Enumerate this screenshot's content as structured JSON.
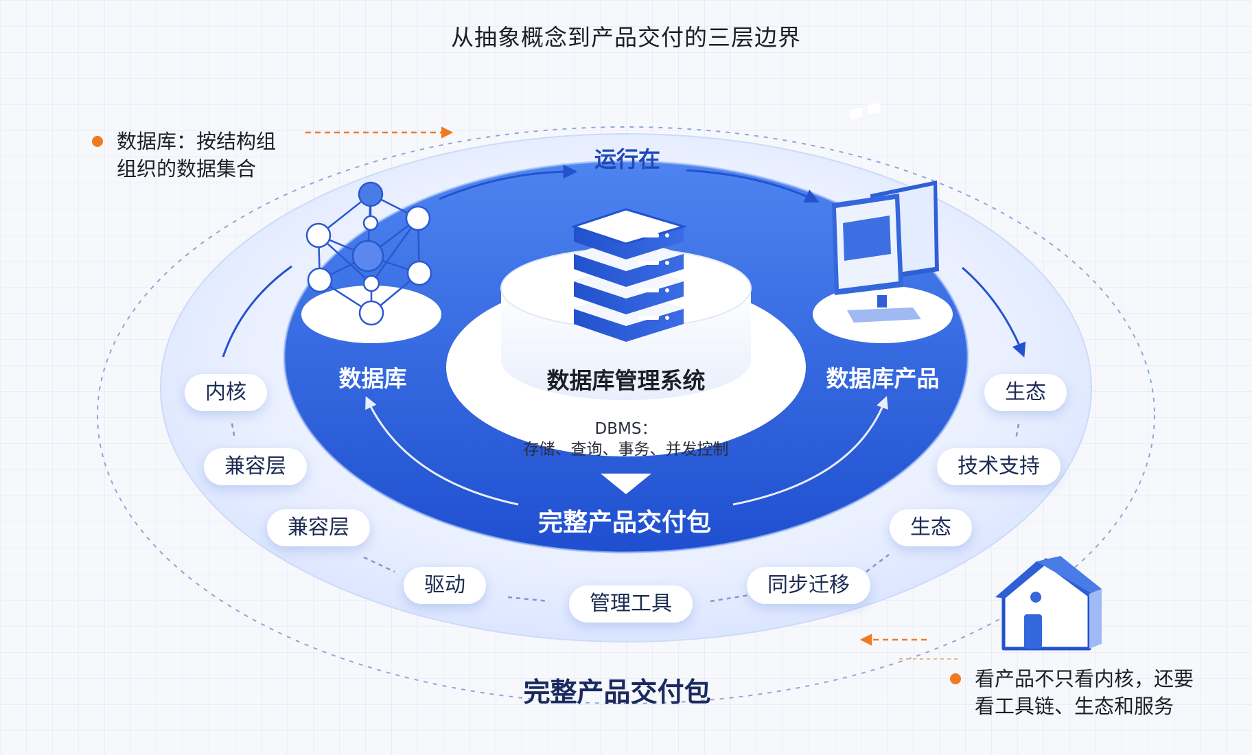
{
  "title": "从抽象概念到产品交付的三层边界",
  "center": {
    "title": "数据库管理系统",
    "desc_line1": "DBMS：",
    "desc_line2": "存储、查询、事务、并发控制"
  },
  "ring": {
    "left_label": "数据库",
    "right_label": "数据库产品",
    "bottom_label": "完整产品交付包"
  },
  "flow_label": "运行在",
  "outer_label": "完整产品交付包",
  "pills": {
    "kernel": "内核",
    "compat_1": "兼容层",
    "compat_2": "兼容层",
    "driver": "驱动",
    "mgmt_tools": "管理工具",
    "sync_migrate": "同步迁移",
    "eco_1": "生态",
    "tech_support": "技术支持",
    "eco_2": "生态"
  },
  "note_top": {
    "line1": "数据库：按结构组",
    "line2": "组织的数据集合"
  },
  "note_bottom": {
    "line1": "看产品不只看内核，还要",
    "line2": "看工具链、生态和服务"
  },
  "colors": {
    "primary": "#2b5fd9",
    "primary_dark": "#1f47b8",
    "accent_orange": "#f07a20",
    "label_dark": "#1a2a5e"
  },
  "icons": [
    "network-graph-icon",
    "database-server-icon",
    "monitor-app-icon",
    "house-icon"
  ]
}
